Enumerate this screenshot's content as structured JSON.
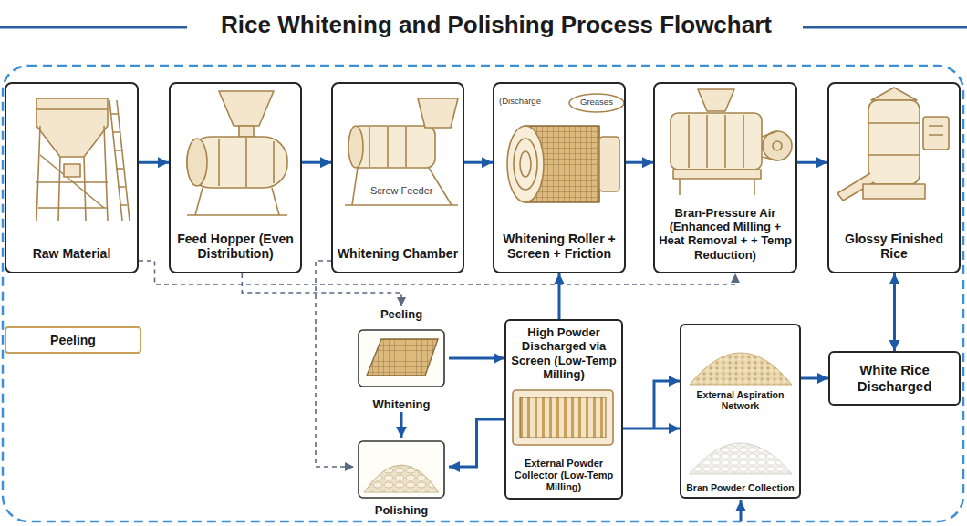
{
  "diagram": {
    "title": "Rice Whitening and Polishing Process Flowchart",
    "nodes": [
      {
        "text": [
          "Raw Material"
        ]
      },
      {
        "text": [
          "Feed Hopper (Even Distribution)"
        ]
      },
      {
        "text": [
          "Whitening Chamber"
        ]
      },
      {
        "text": [
          "Whitening Roller + Screen + Friction"
        ]
      },
      {
        "text": [
          "Bran-Pressure Air (Enhanced Milling + Heat Removal + + Temp Reduction)"
        ]
      },
      {
        "text": [
          "Glossy Finished Rice"
        ]
      },
      {
        "text": [
          "Peeling"
        ]
      },
      {
        "text": [
          "Peeling",
          "Whitening"
        ]
      },
      {
        "text": [
          "High Powder Discharged via Screen (Low-Temp Milling)",
          "External Powder Collector (Low-Temp Milling)"
        ]
      },
      {
        "text": [
          "External Aspiration Network",
          "Bran Powder Collection"
        ]
      },
      {
        "text": [
          "White Rice Discharged"
        ]
      },
      {
        "text": [
          "Polishing"
        ]
      }
    ],
    "edges": [
      {
        "from": 0,
        "to": 1,
        "arrow": "to"
      },
      {
        "from": 1,
        "to": 2,
        "arrow": "to"
      },
      {
        "from": 2,
        "to": 3,
        "arrow": "to"
      },
      {
        "from": 3,
        "to": 4,
        "arrow": "to"
      },
      {
        "from": 4,
        "to": 5,
        "arrow": "to"
      },
      {
        "from": 0,
        "to": 4,
        "arrow": "to"
      },
      {
        "from": 1,
        "to": 7,
        "arrow": "to"
      },
      {
        "from": 2,
        "to": 11,
        "arrow": "to"
      },
      {
        "from": 7,
        "to": 8,
        "arrow": "to"
      },
      {
        "from": 7,
        "to": 11,
        "arrow": "to"
      },
      {
        "from": 8,
        "to": 3,
        "arrow": "to"
      },
      {
        "from": 8,
        "to": 11,
        "arrow": "to"
      },
      {
        "from": 8,
        "to": 9,
        "arrow": "to"
      },
      {
        "from": 9,
        "to": 10,
        "arrow": "to"
      },
      {
        "from": 10,
        "to": 5,
        "arrow": "both"
      }
    ],
    "labels": [
      "Screw Feeder",
      "(Discharge",
      "Greases"
    ]
  }
}
